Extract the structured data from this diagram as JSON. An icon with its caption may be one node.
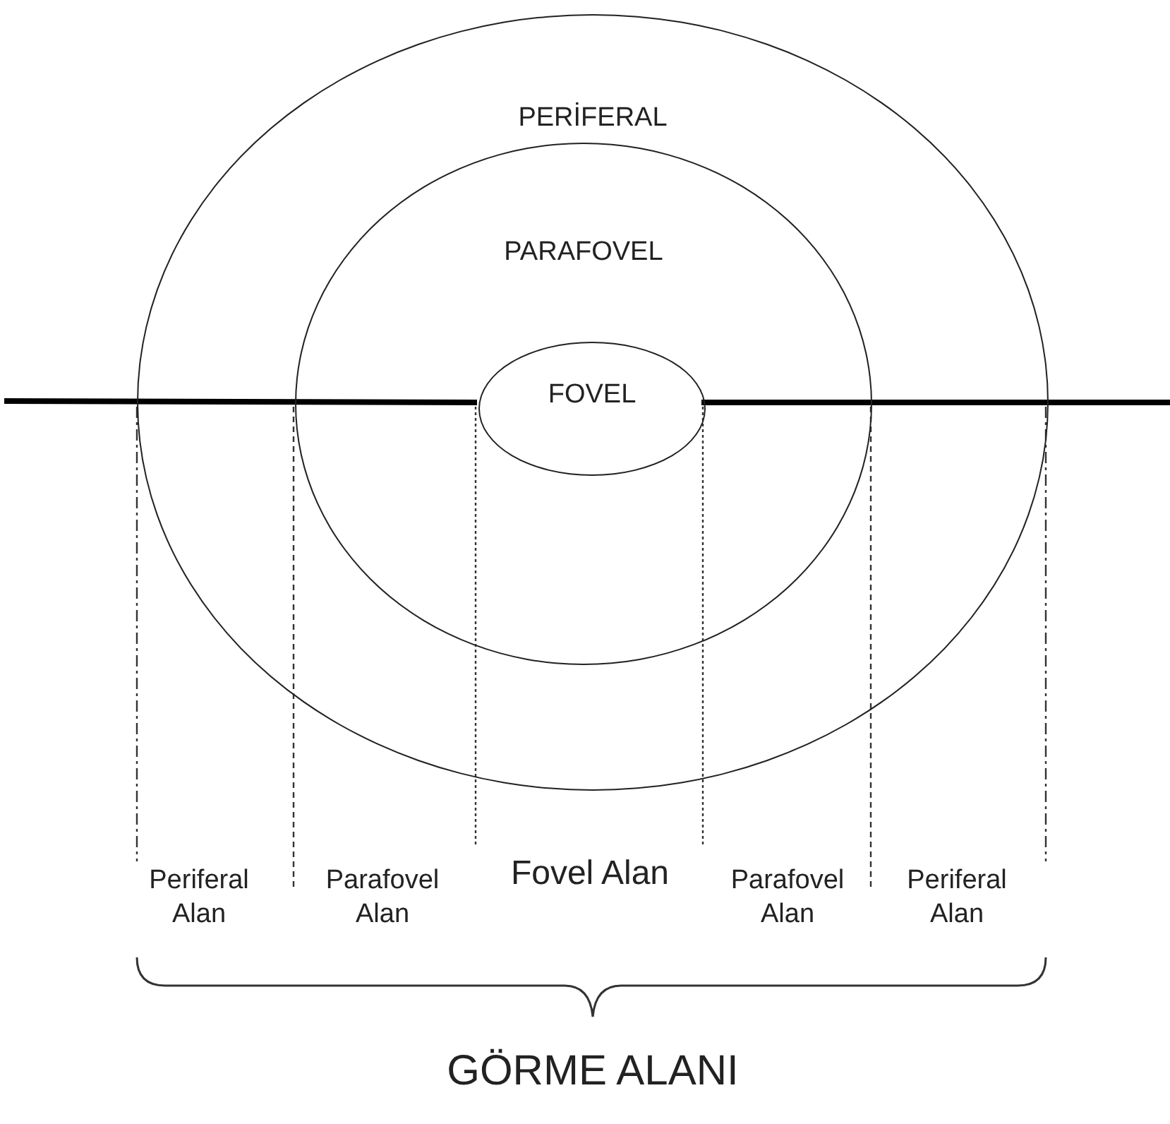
{
  "diagram": {
    "nodes": [
      {
        "text": [
          "PERİFERAL"
        ]
      },
      {
        "text": [
          "PARAFOVEL"
        ],
        "in": 0
      },
      {
        "text": [
          "FOVEL"
        ],
        "in": 1
      }
    ],
    "labels": [
      "Periferal Alan",
      "Parafovel Alan",
      "Fovel Alan",
      "Parafovel Alan",
      "Periferal Alan",
      "GÖRME ALANI"
    ]
  }
}
